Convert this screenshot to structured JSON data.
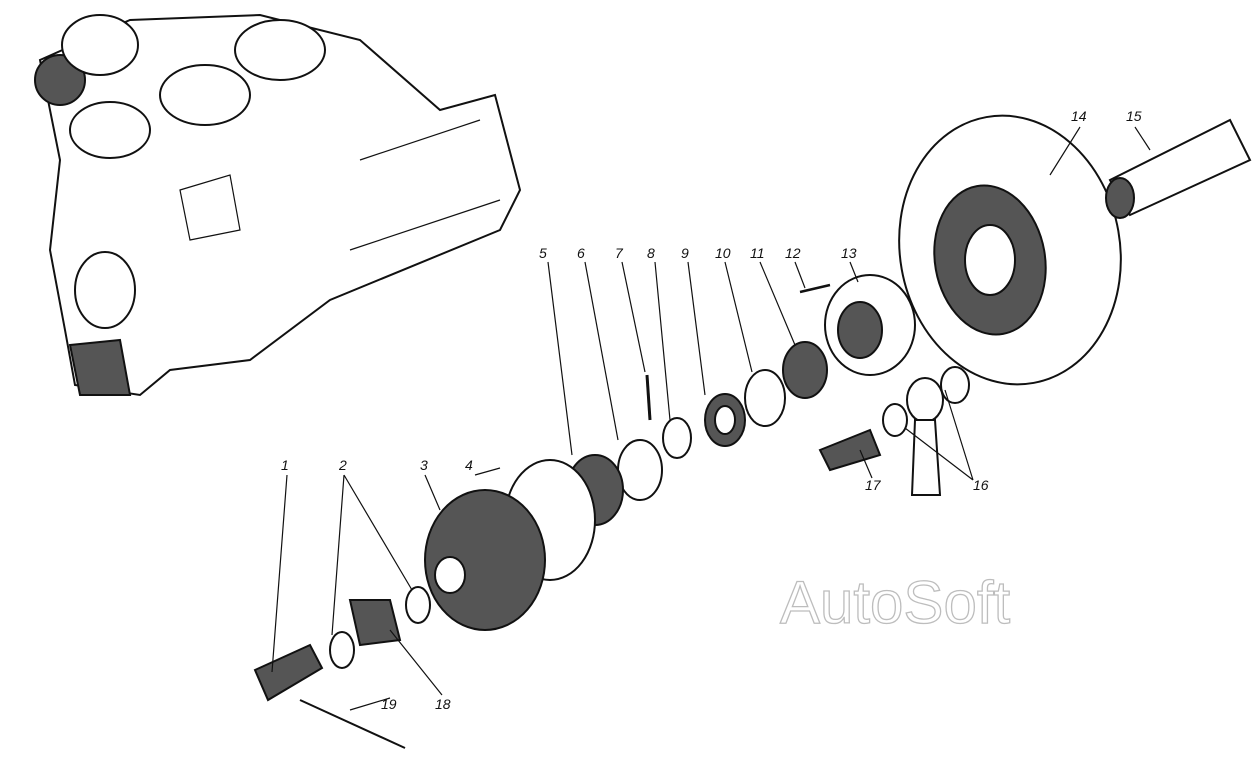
{
  "watermark": "AutoSoft",
  "callouts": [
    "1",
    "2",
    "3",
    "4",
    "5",
    "6",
    "7",
    "8",
    "9",
    "10",
    "11",
    "12",
    "13",
    "14",
    "15",
    "16",
    "17",
    "18",
    "19"
  ]
}
